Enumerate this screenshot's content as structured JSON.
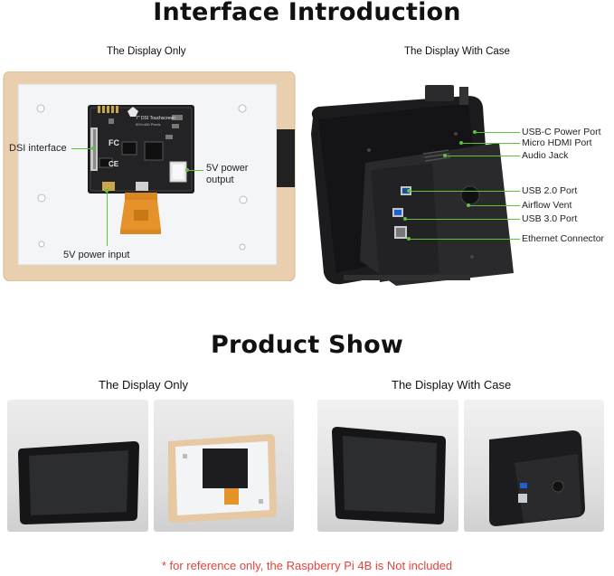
{
  "titles": {
    "intro": "Interface Introduction",
    "product": "Product Show"
  },
  "subtitles": {
    "display_only": "The Display Only",
    "display_with_case": "The Display With Case"
  },
  "board_labels": {
    "silk_title": "7\" DSI Touchscreen",
    "silk_res": "800×480 Pixels",
    "fc": "FC",
    "ce": "CE"
  },
  "left_callouts": {
    "dsi": "DSI interface",
    "power_out": "5V power\noutput",
    "power_in": "5V power input"
  },
  "right_callouts": [
    "USB-C Power Port",
    "Micro HDMI Port",
    "Audio Jack",
    "USB 2.0 Port",
    "Airflow Vent",
    "USB 3.0 Port",
    "Ethernet Connector"
  ],
  "footnote": "* for reference only, the Raspberry Pi 4B is Not included",
  "colors": {
    "accent_green": "#5ec23a",
    "note_red": "#e2433a",
    "frame_wood": "#e9cfae",
    "case_black": "#1c1c1e"
  }
}
